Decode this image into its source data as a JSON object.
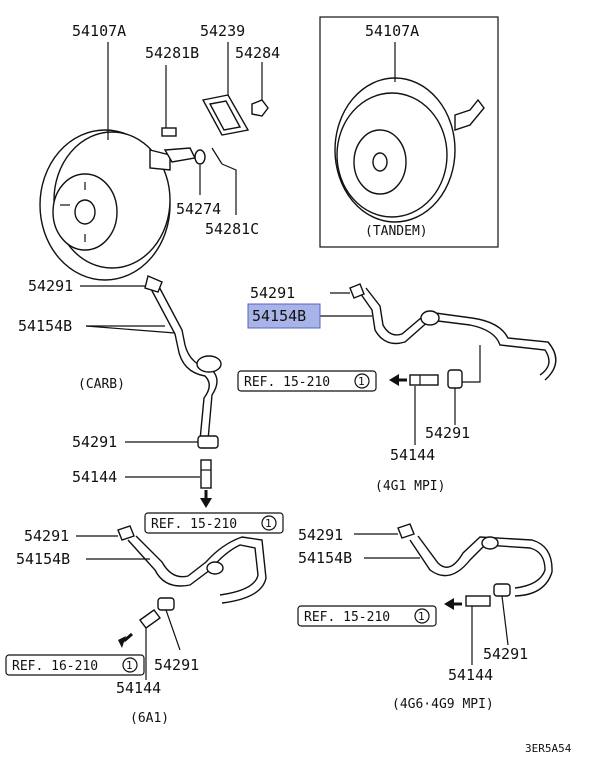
{
  "labels": {
    "booster_main": "54107A",
    "pin_top": "54281B",
    "gasket": "54239",
    "nut": "54284",
    "washer": "54274",
    "pin_bottom": "54281C",
    "booster_tandem": "54107A",
    "tandem_caption": "(TANDEM)",
    "clamp_carb_top": "54291",
    "hose_carb": "54154B",
    "carb_caption": "(CARB)",
    "clamp_carb_bottom": "54291",
    "valve_carb": "54144",
    "clamp_4g1_top": "54291",
    "hose_4g1": "54154B",
    "ref_4g1": "REF. 15-210",
    "ref_4g1_num": "1",
    "clamp_4g1_bottom": "54291",
    "valve_4g1": "54144",
    "caption_4g1": "(4G1 MPI)",
    "ref_carb": "REF. 15-210",
    "ref_carb_num": "1",
    "clamp_6a1_top": "54291",
    "hose_6a1": "54154B",
    "ref_6a1": "REF. 16-210",
    "ref_6a1_num": "1",
    "valve_6a1": "54144",
    "clamp_6a1_bottom": "54291",
    "caption_6a1": "(6A1)",
    "clamp_4g6_top": "54291",
    "hose_4g6": "54154B",
    "ref_4g6": "REF. 15-210",
    "ref_4g6_num": "1",
    "clamp_4g6_bottom": "54291",
    "valve_4g6": "54144",
    "caption_4g6": "(4G6·4G9 MPI)",
    "diagram_code": "3ER5A54"
  },
  "highlight_color": "#a8b4e8",
  "highlighted_part": "54154B"
}
